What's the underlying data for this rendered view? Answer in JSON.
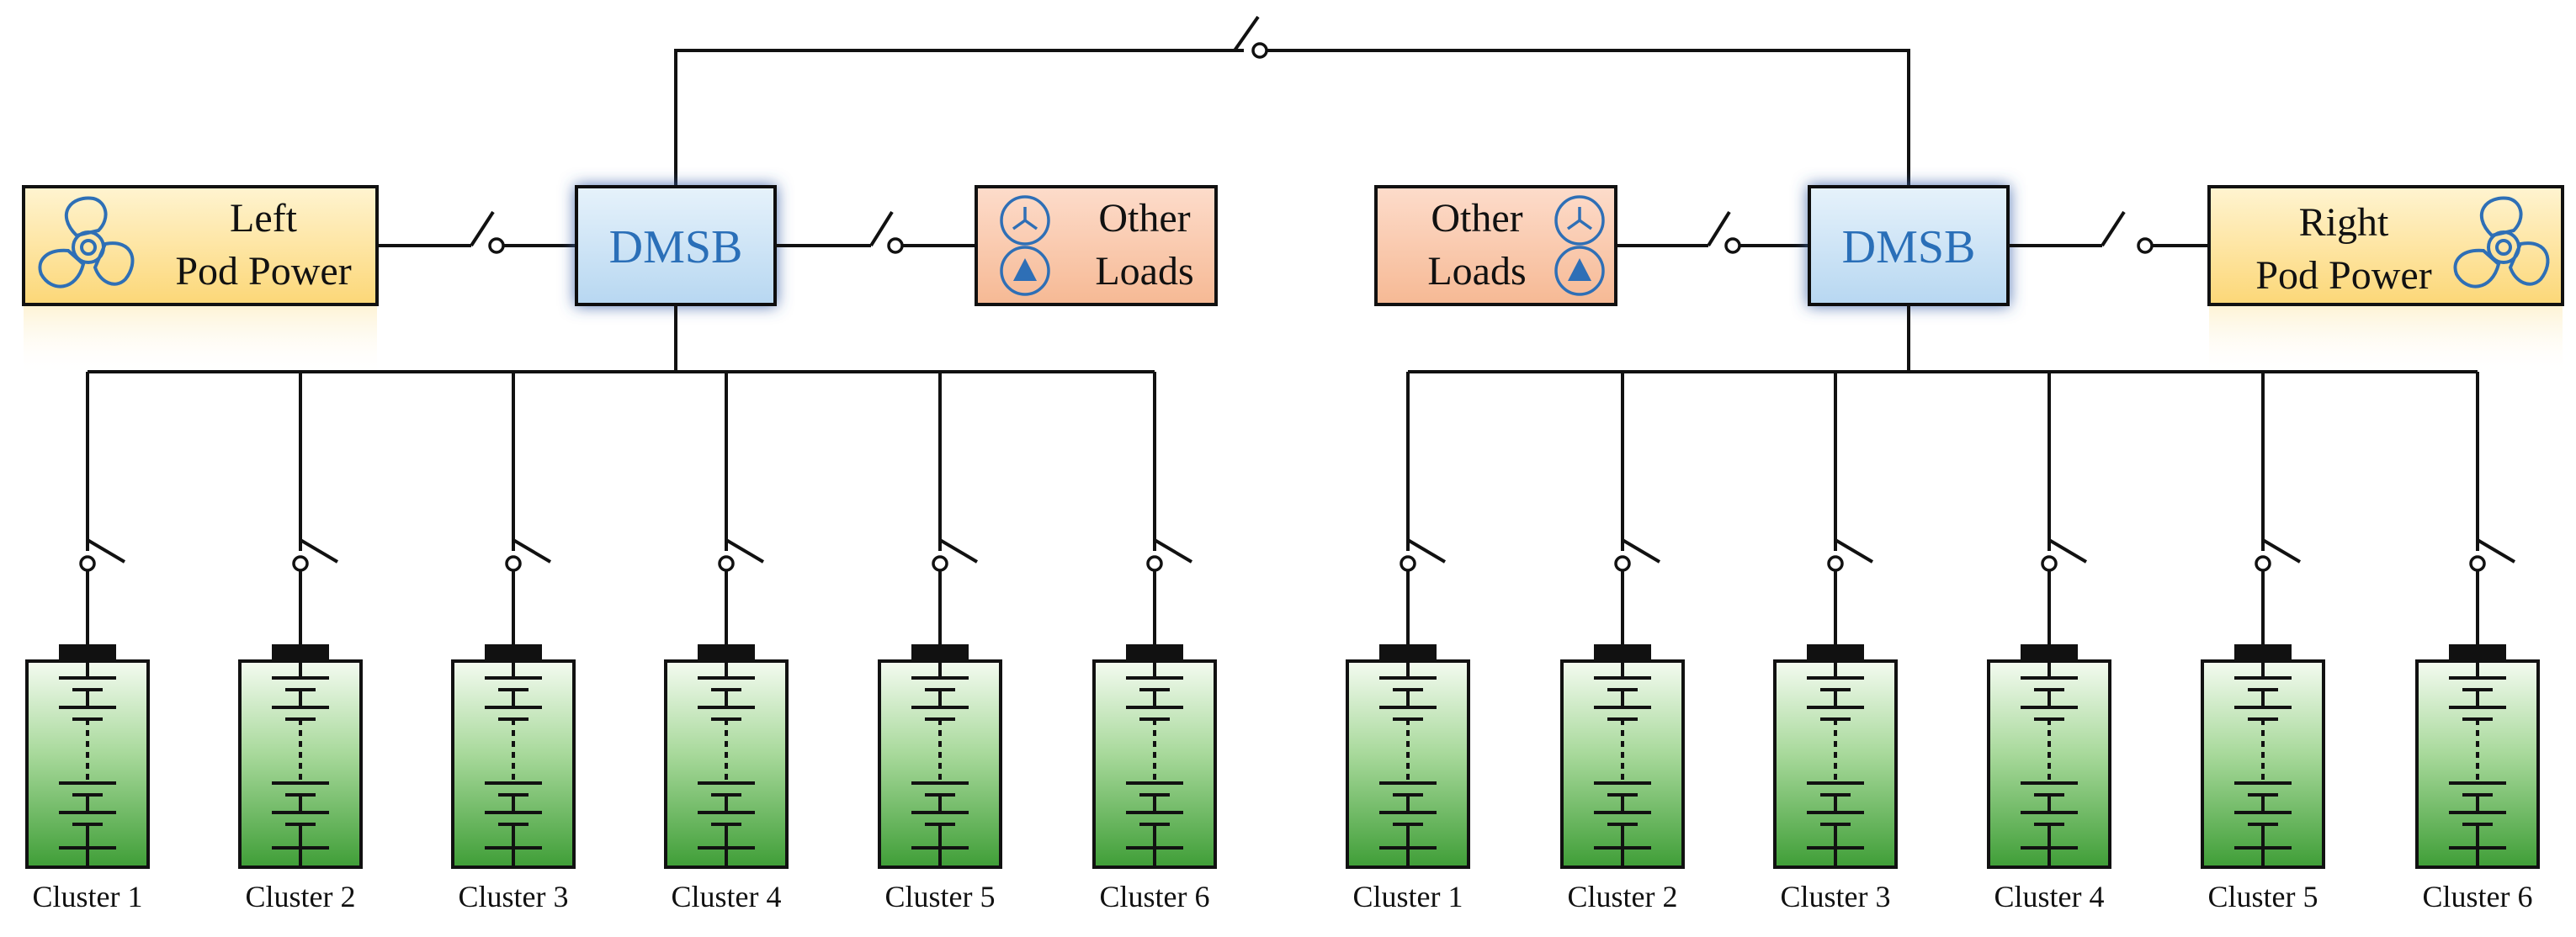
{
  "diagram": {
    "left": {
      "pod_power": {
        "line1": "Left",
        "line2": "Pod Power",
        "icon": "fan-icon"
      },
      "dmsb": {
        "label": "DMSB"
      },
      "other_loads": {
        "line1": "Other",
        "line2": "Loads",
        "icons": [
          "motor-icon",
          "transformer-icon"
        ]
      },
      "clusters": [
        "Cluster 1",
        "Cluster 2",
        "Cluster 3",
        "Cluster 4",
        "Cluster 5",
        "Cluster 6"
      ]
    },
    "right": {
      "pod_power": {
        "line1": "Right",
        "line2": "Pod Power",
        "icon": "fan-icon"
      },
      "dmsb": {
        "label": "DMSB"
      },
      "other_loads": {
        "line1": "Other",
        "line2": "Loads",
        "icons": [
          "motor-icon",
          "transformer-icon"
        ]
      },
      "clusters": [
        "Cluster 1",
        "Cluster 2",
        "Cluster 3",
        "Cluster 4",
        "Cluster 5",
        "Cluster 6"
      ]
    },
    "colors": {
      "dmsb_fill": "#cfe5f7",
      "dmsb_text": "#2a6fb8",
      "pod_fill": "#fde7a6",
      "loads_fill": "#f9c6a8",
      "battery_fill": "#4faf46",
      "wire": "#111111"
    }
  }
}
